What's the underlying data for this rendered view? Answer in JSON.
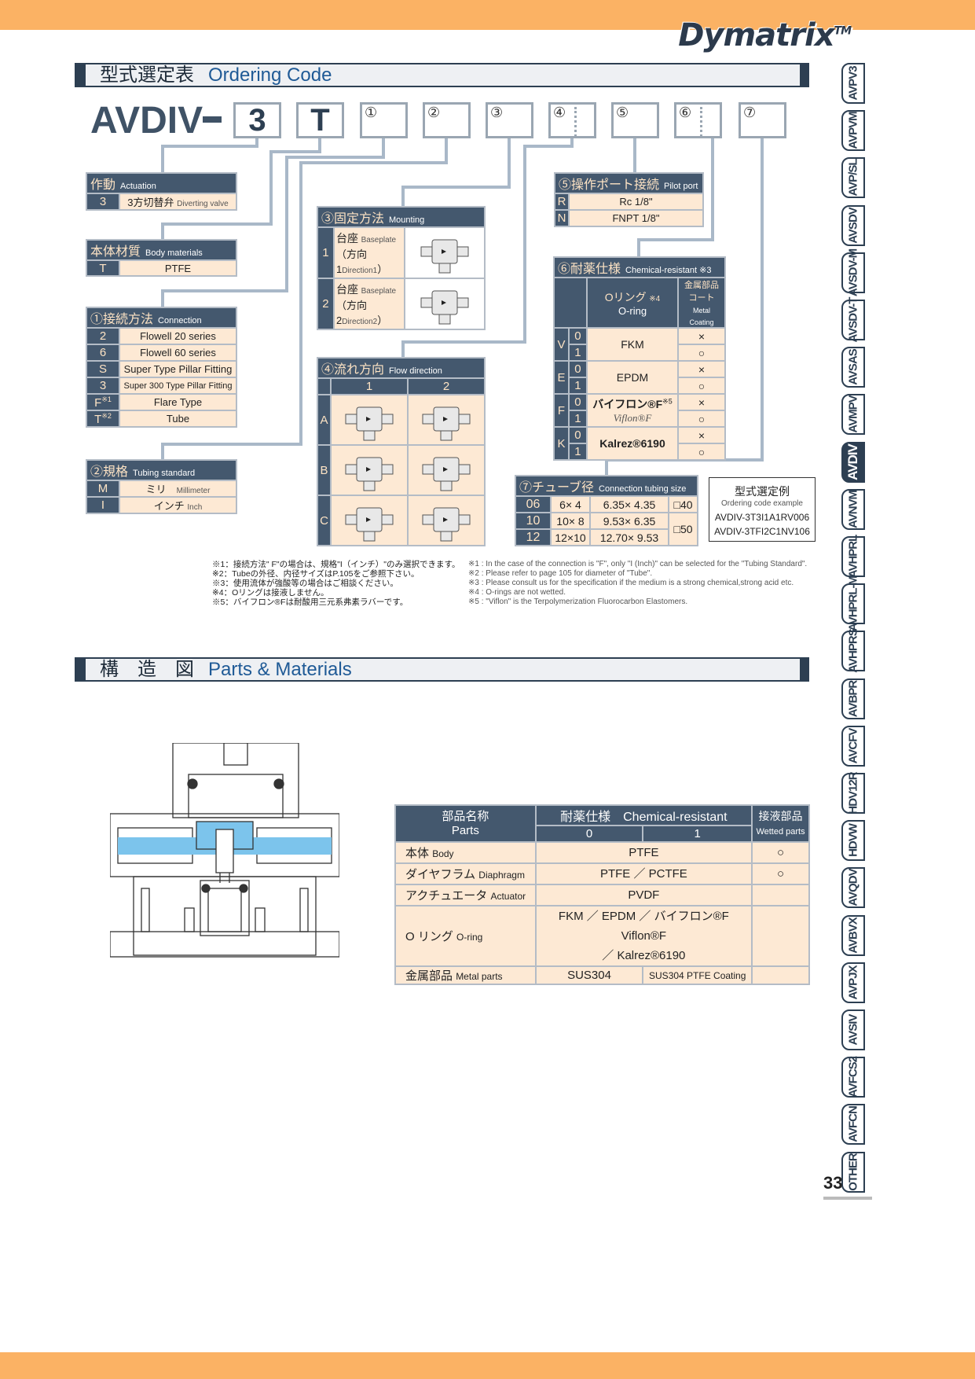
{
  "brand": {
    "logo": "Dymatrix",
    "tm": "TM",
    "colors": {
      "accent": "#fbb264",
      "header": "#44586e",
      "cell": "#fde9d4"
    }
  },
  "section1": {
    "jp": "型式選定表",
    "en": "Ordering Code"
  },
  "code": {
    "model": "AVDIV",
    "boxes": [
      "3",
      "T",
      "①",
      "②",
      "③",
      "④",
      "⑤",
      "⑥",
      "⑦"
    ]
  },
  "actuation": {
    "title": "作動",
    "title_en": "Actuation",
    "rows": [
      {
        "k": "3",
        "jp": "3方切替弁",
        "en": "Diverting valve"
      }
    ]
  },
  "body": {
    "title": "本体材質",
    "title_en": "Body materials",
    "rows": [
      {
        "k": "T",
        "v": "PTFE"
      }
    ]
  },
  "connection": {
    "title": "①接続方法",
    "title_en": "Connection",
    "rows": [
      {
        "k": "2",
        "v": "Flowell 20 series"
      },
      {
        "k": "6",
        "v": "Flowell 60 series"
      },
      {
        "k": "S",
        "v": "Super Type Pillar Fitting"
      },
      {
        "k": "3",
        "v": "Super 300 Type Pillar Fitting"
      },
      {
        "k": "F",
        "n": "※1",
        "v": "Flare Type"
      },
      {
        "k": "T",
        "n": "※2",
        "v": "Tube"
      }
    ]
  },
  "tubing": {
    "title": "②規格",
    "title_en": "Tubing standard",
    "rows": [
      {
        "k": "M",
        "jp": "ミリ",
        "en": "Millimeter"
      },
      {
        "k": "I",
        "jp": "インチ",
        "en": "Inch"
      }
    ]
  },
  "mounting": {
    "title": "③固定方法",
    "title_en": "Mounting",
    "rows": [
      {
        "k": "1",
        "jp": "台座",
        "en": "Baseplate",
        "dir": "（方向1",
        "dir_en": "Direction1",
        "close": "）"
      },
      {
        "k": "2",
        "jp": "台座",
        "en": "Baseplate",
        "dir": "（方向2",
        "dir_en": "Direction2",
        "close": "）"
      }
    ]
  },
  "flow": {
    "title": "④流れ方向",
    "title_en": "Flow direction",
    "cols": [
      "1",
      "2"
    ],
    "rows": [
      "A",
      "B",
      "C"
    ]
  },
  "pilot": {
    "title": "⑤操作ポート接続",
    "title_en": "Pilot port",
    "rows": [
      {
        "k": "R",
        "v": "Rc 1/8\""
      },
      {
        "k": "N",
        "v": "FNPT 1/8\""
      }
    ]
  },
  "chem": {
    "title": "⑥耐薬仕様",
    "title_en": "Chemical-resistant",
    "title_note": "※3",
    "oring_jp": "Oリング",
    "oring_note": "※4",
    "oring_en": "O-ring",
    "metal_jp": "金属部品コート",
    "metal_en": "Metal Coating",
    "rows": [
      {
        "k": "V",
        "m": "FKM"
      },
      {
        "k": "E",
        "m": "EPDM"
      },
      {
        "k": "F",
        "m": "バイフロン®F",
        "note": "※5",
        "sub": "Viflon®F"
      },
      {
        "k": "K",
        "m": "Kalrez®6190"
      }
    ],
    "sub": [
      "0",
      "1"
    ],
    "coat": [
      "×",
      "○"
    ]
  },
  "tube": {
    "title": "⑦チューブ径",
    "title_en": "Connection tubing size",
    "rows": [
      {
        "k": "06",
        "a": "6× 4",
        "b": "6.35× 4.35",
        "c": "□40"
      },
      {
        "k": "10",
        "a": "10× 8",
        "b": "9.53× 6.35",
        "c": "□50"
      },
      {
        "k": "12",
        "a": "12×10",
        "b": "12.70× 9.53"
      }
    ]
  },
  "example": {
    "jp": "型式選定例",
    "en": "Ordering code example",
    "codes": [
      "AVDIV-3T3I1A1RV006",
      "AVDIV-3TFI2C1NV106"
    ]
  },
  "notes_jp": [
    "※1：接続方法\" F\"の場合は、規格\"I（インチ）\"のみ選択できます。",
    "※2：Tubeの外径、内径サイズはP.105をご参照下さい。",
    "※3：使用流体が強酸等の場合はご相談ください。",
    "※4：Oリングは接液しません。",
    "※5：バイフロン®Fは耐酸用三元系弗素ラバーです。"
  ],
  "notes_en": [
    "※1 : In the case of the connection is \"F\", only \"I (Inch)\" can be selected for the \"Tubing Standard\".",
    "※2 : Please refer to page 105 for diameter of \"Tube\".",
    "※3 : Please consult us for the specification if the medium is a strong chemical,strong acid etc.",
    "※4 : O-rings are not wetted.",
    "※5 : \"Viflon\" is  the Terpolymerization Fluorocarbon Elastomers."
  ],
  "section2": {
    "jp": "構　造　図",
    "en": "Parts & Materials"
  },
  "parts": {
    "h_jp": "部品名称",
    "h_en": "Parts",
    "h_chem": "耐薬仕様　Chemical-resistant",
    "h_0": "0",
    "h_1": "1",
    "h_wet_jp": "接液部品",
    "h_wet_en": "Wetted parts",
    "rows": [
      {
        "jp": "本体",
        "en": "Body",
        "v": "PTFE",
        "w": "○"
      },
      {
        "jp": "ダイヤフラム",
        "en": "Diaphragm",
        "v": "PTFE ／ PCTFE",
        "w": "○"
      },
      {
        "jp": "アクチュエータ",
        "en": "Actuator",
        "v": "PVDF",
        "w": ""
      },
      {
        "jp": "O リング",
        "en": "O-ring",
        "v": "FKM ／ EPDM ／ バイフロン®F Viflon®F",
        "v2": "／ Kalrez®6190",
        "w": ""
      },
      {
        "jp": "金属部品",
        "en": "Metal parts",
        "v0": "SUS304",
        "v1": "SUS304 PTFE Coating",
        "w": ""
      }
    ]
  },
  "tabs": [
    "AVPV3",
    "AVPVM",
    "AVP/SL",
    "AVSDV",
    "AVSDV-M",
    "AVSDV-T",
    "AVSAS",
    "AVMPV",
    "AVDIV",
    "AVNVM",
    "AVHPRL",
    "AVHPRL-M",
    "AVHPRS",
    "AVBPR",
    "AVCFV",
    "HDV12R",
    "HDVW",
    "AVQDV",
    "AVBVX",
    "AVPJX",
    "AVSIV",
    "AVFCS2",
    "AVFCN",
    "OTHER"
  ],
  "active_tab": "AVDIV",
  "page_number": "33"
}
